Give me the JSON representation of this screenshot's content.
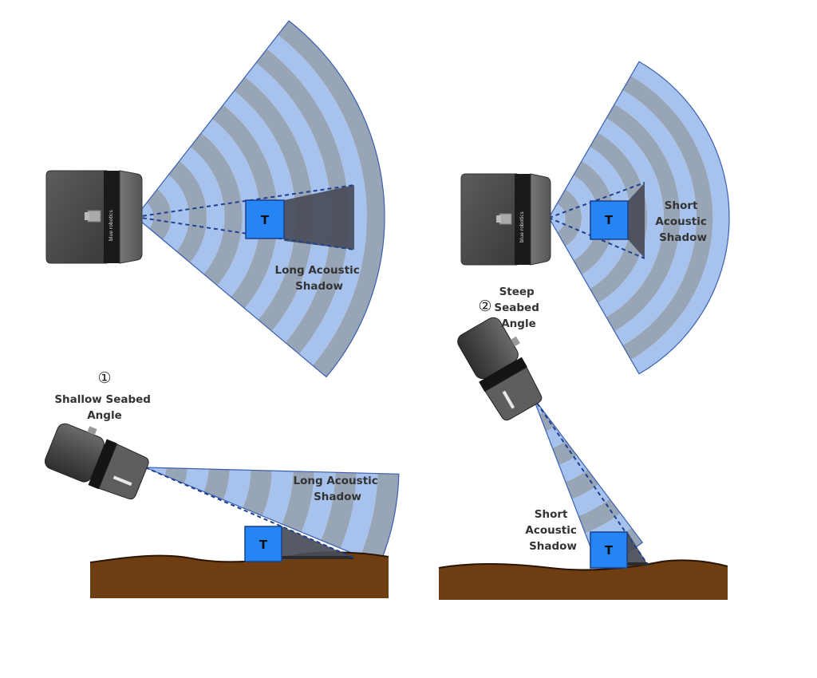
{
  "target_marker": "T",
  "brand_text": "blue robotics",
  "colors": {
    "beam_light": "#a7c3ed",
    "beam_dark": "#98a5b6",
    "target": "#2585f5",
    "shadow": "#484c58",
    "seabed": "#6f3d12",
    "sonar_body": "#4a4a4a"
  },
  "top_left": {
    "label": [
      "Long Acoustic",
      "Shadow"
    ]
  },
  "top_right": {
    "label": [
      "Short",
      "Acoustic",
      "Shadow"
    ]
  },
  "shallow": {
    "number": "①",
    "title": [
      "Shallow Seabed",
      "Angle"
    ],
    "label": [
      "Long Acoustic",
      "Shadow"
    ]
  },
  "steep": {
    "number": "②",
    "title": [
      "Steep",
      "Seabed",
      "Angle"
    ],
    "label": [
      "Short",
      "Acoustic",
      "Shadow"
    ]
  }
}
